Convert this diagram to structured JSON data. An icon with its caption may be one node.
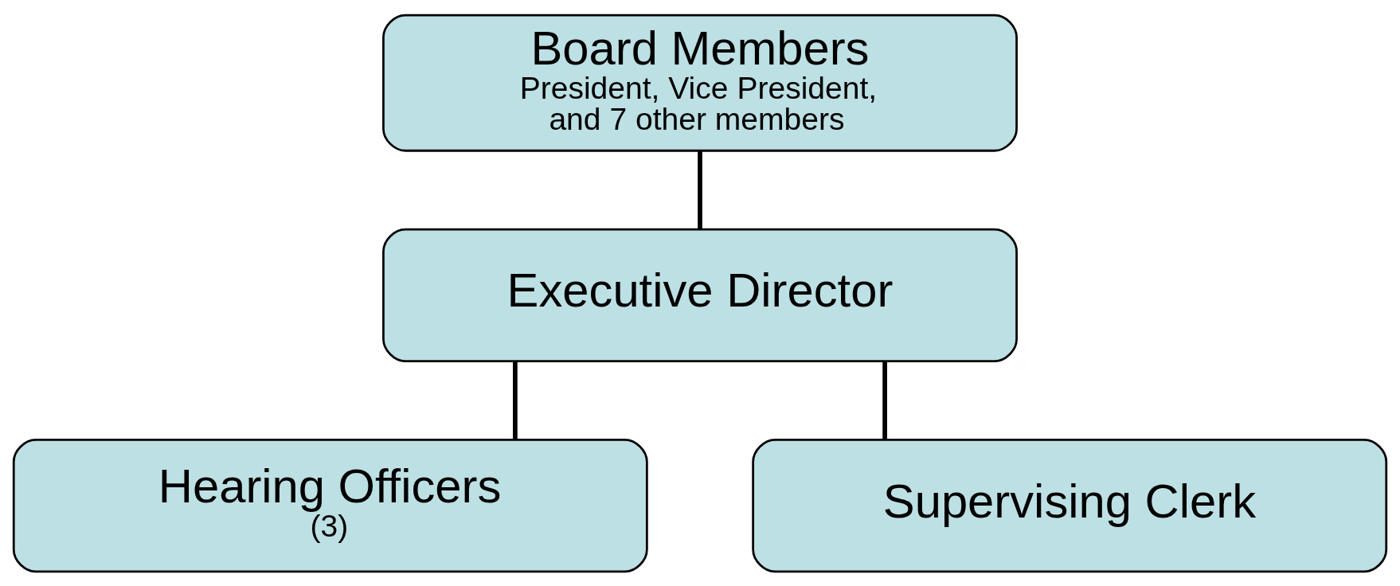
{
  "diagram": {
    "nodes": [
      {
        "text": [
          "Board Members",
          "President, Vice President, and 7 other members"
        ]
      },
      {
        "text": [
          "Executive Director"
        ]
      },
      {
        "text": [
          "Hearing Officers",
          "(3)"
        ]
      },
      {
        "text": [
          "Supervising Clerk"
        ]
      }
    ],
    "edges": [
      {
        "from": 0,
        "to": 1,
        "arrow": "none"
      },
      {
        "from": 1,
        "to": 2,
        "arrow": "none"
      },
      {
        "from": 1,
        "to": 3,
        "arrow": "none"
      }
    ]
  }
}
